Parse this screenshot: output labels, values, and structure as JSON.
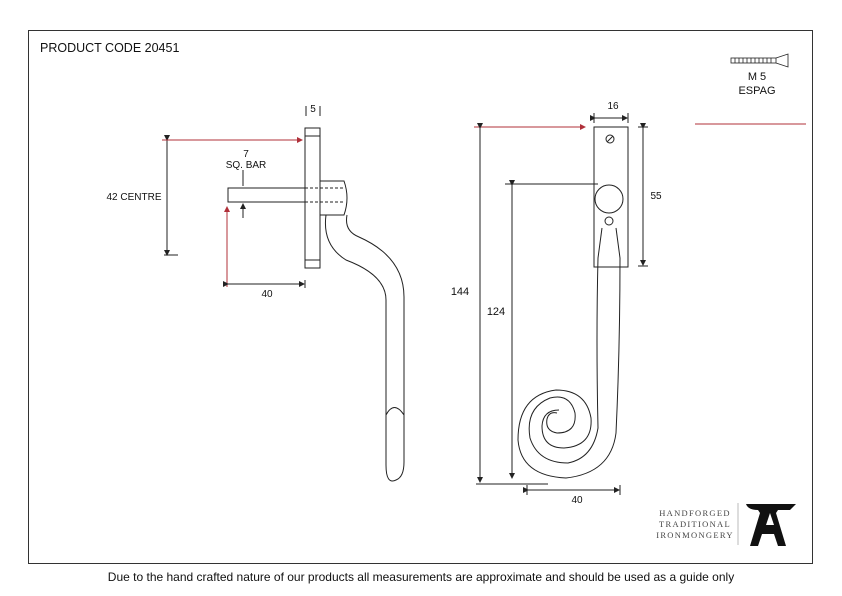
{
  "product_code": "PRODUCT CODE 20451",
  "screw": {
    "size": "M 5",
    "type": "ESPAG"
  },
  "side_view": {
    "plate_thickness": "5",
    "bar_size": "7",
    "bar_label": "SQ. BAR",
    "centre": "42 CENTRE",
    "bar_length": "40"
  },
  "front_view": {
    "plate_width": "16",
    "plate_height": "55",
    "overall_height": "144",
    "knob_to_bottom": "124",
    "curl_width": "40"
  },
  "logo": {
    "line1": "HANDFORGED",
    "line2": "TRADITIONAL",
    "line3": "IRONMONGERY"
  },
  "footer": "Due to the hand crafted nature of our products all measurements are approximate and should be used as a guide only",
  "colors": {
    "dimension_red": "#b0303a",
    "line": "#222222"
  }
}
